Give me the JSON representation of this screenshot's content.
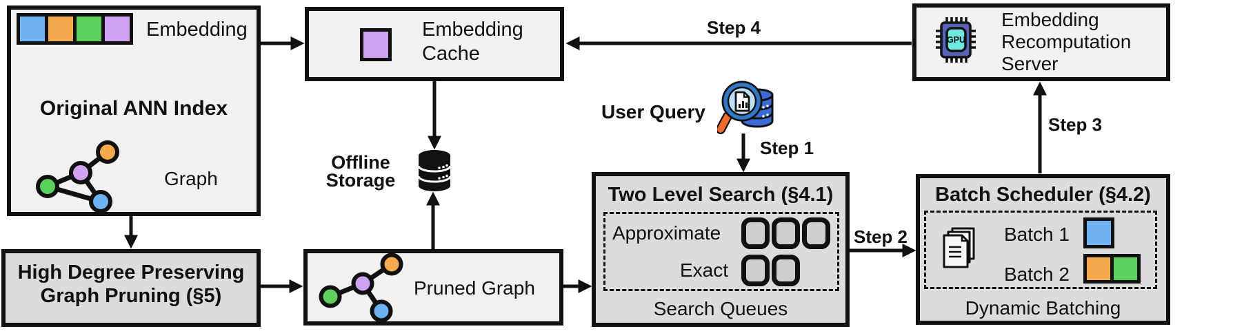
{
  "colors": {
    "ink": "#111111",
    "boxlight": "#f1f1f1",
    "boxdark": "#dcdcdc",
    "queuefill": "#cfcfcf",
    "blue": "#6fb2f2",
    "orange": "#f7a94e",
    "green": "#5cd05c",
    "purple": "#cfa3f0",
    "chipbody": "#5763b8",
    "chipcore": "#6fe8e0",
    "dbblue": "#3a6bd6",
    "lensblue": "#bfe0f5",
    "rimblue": "#3178c6",
    "handleorange": "#f26a2e"
  },
  "original_index": {
    "title": "Original ANN Index",
    "embedding_label": "Embedding",
    "graph_label": "Graph"
  },
  "pruning": {
    "line1": "High Degree Preserving",
    "line2": "Graph Pruning (§5)"
  },
  "cache": {
    "line1": "Embedding",
    "line2": "Cache"
  },
  "offline_storage": {
    "line1": "Offline",
    "line2": "Storage"
  },
  "pruned_graph": {
    "label": "Pruned Graph"
  },
  "user_query": {
    "label": "User Query"
  },
  "search": {
    "title": "Two Level Search (§4.1)",
    "approximate_label": "Approximate",
    "exact_label": "Exact",
    "footer": "Search Queues"
  },
  "scheduler": {
    "title": "Batch Scheduler (§4.2)",
    "batch1_label": "Batch 1",
    "batch2_label": "Batch 2",
    "footer": "Dynamic Batching"
  },
  "server": {
    "line1": "Embedding",
    "line2": "Recomputation",
    "line3": "Server",
    "gpu_label": "GPU"
  },
  "steps": {
    "step1": "Step 1",
    "step2": "Step 2",
    "step3": "Step 3",
    "step4": "Step 4"
  }
}
